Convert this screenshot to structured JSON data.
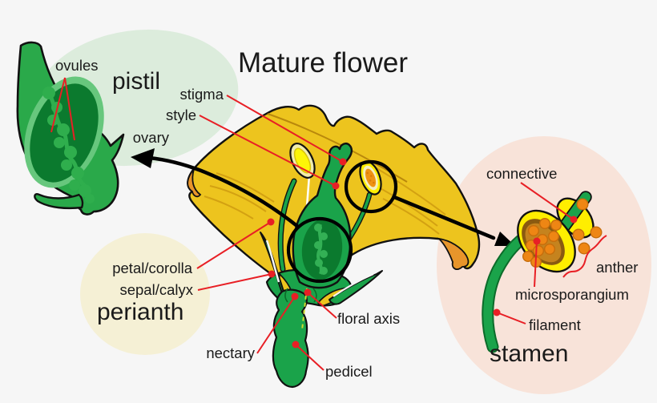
{
  "title": "Mature flower",
  "labels": {
    "ovules": "ovules",
    "pistil": "pistil",
    "stigma": "stigma",
    "style": "style",
    "ovary": "ovary",
    "petal_corolla": "petal/corolla",
    "sepal_calyx": "sepal/calyx",
    "perianth": "perianth",
    "nectary": "nectary",
    "floral_axis": "floral axis",
    "pedicel": "pedicel",
    "connective": "connective",
    "anther": "anther",
    "microsporangium": "microsporangium",
    "filament": "filament",
    "stamen": "stamen"
  },
  "colors": {
    "background": "#f6f6f6",
    "pistil_region_ellipse": "#dcecdc",
    "perianth_region_circle": "#f5f0d5",
    "stamen_region_ellipse": "#f8e3d9",
    "petal_yellow": "#edc41e",
    "petal_shading": "#cf9c10",
    "petal_underside_orange": "#e8952b",
    "plant_green": "#1aa34a",
    "ovary_interior_green": "#0b7a2e",
    "ovule_green": "#33b055",
    "anther_yellow": "#ffee00",
    "anther_pale": "#f1ecae",
    "pollen_orange": "#ee8614",
    "pollen_sac_brown": "#c5831e",
    "leader_line_red": "#e81f25",
    "outline_black": "#111111"
  }
}
